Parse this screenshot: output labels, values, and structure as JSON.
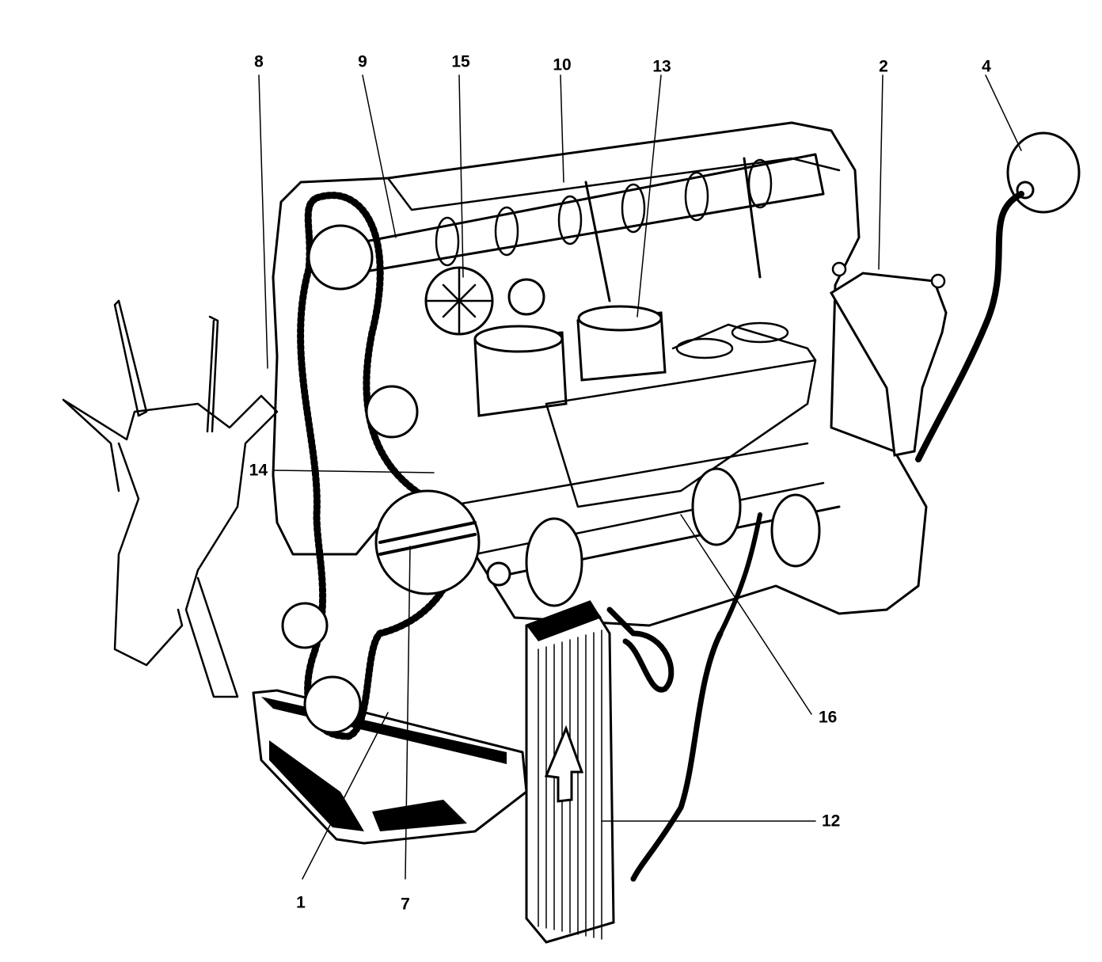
{
  "diagram": {
    "subject": "engine-lubrication-cutaway",
    "colors": {
      "ink": "#000000",
      "paper": "#ffffff"
    },
    "callouts": [
      {
        "id": "c8",
        "label": "8"
      },
      {
        "id": "c9",
        "label": "9"
      },
      {
        "id": "c15",
        "label": "15"
      },
      {
        "id": "c10",
        "label": "10"
      },
      {
        "id": "c13",
        "label": "13"
      },
      {
        "id": "c2",
        "label": "2"
      },
      {
        "id": "c4",
        "label": "4"
      },
      {
        "id": "c14",
        "label": "14"
      },
      {
        "id": "c16",
        "label": "16"
      },
      {
        "id": "c12",
        "label": "12"
      },
      {
        "id": "c1",
        "label": "1"
      },
      {
        "id": "c7",
        "label": "7"
      }
    ]
  }
}
